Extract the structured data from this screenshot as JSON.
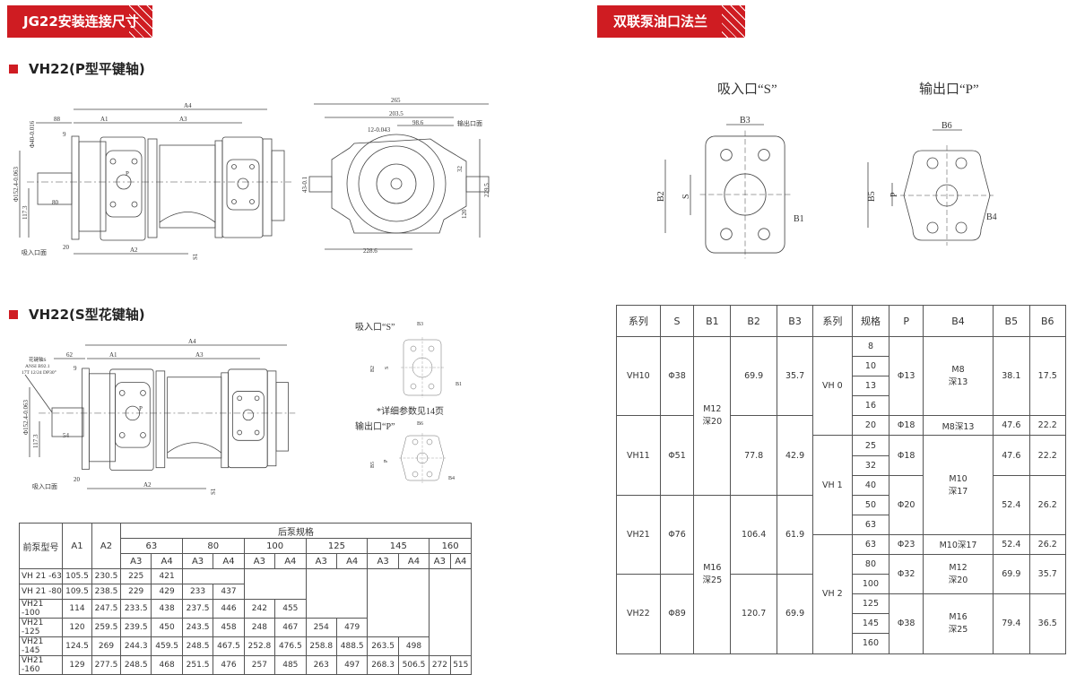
{
  "banners": {
    "left": "JG22安装连接尺寸",
    "right": "双联泵油口法兰"
  },
  "sections": {
    "p_shaft": "VH22(P型平键轴)",
    "s_shaft": "VH22(S型花键轴)"
  },
  "drawing1": {
    "A4": "A4",
    "A1": "A1",
    "A3": "A3",
    "d88": "88",
    "d9": "9",
    "shaft_dia": "Φ40-0.016",
    "pilot_dia": "Φ152.4-0.063",
    "d80": "80",
    "d117": "117.3",
    "d20": "20",
    "A2": "A2",
    "S1": "S1",
    "suction_face": "吸入口面",
    "port_P": "P"
  },
  "front_view": {
    "d265": "265",
    "d203": "203.5",
    "d98": "98.6",
    "key": "12-0.043",
    "outlet_face": "输出口面",
    "d32": "32",
    "d229": "229.5",
    "d43": "43-0.1",
    "d120": "120",
    "d228": "228.6"
  },
  "drawing2": {
    "A4": "A4",
    "d62": "62",
    "A1": "A1",
    "A3": "A3",
    "d9": "9",
    "spline1": "花键轴S",
    "spline2": "ANSI B92.1",
    "spline3": "17T 12/24 DP30°",
    "pilot_dia": "Φ152.4-0.063",
    "d117": "117.3",
    "d54": "54",
    "d20": "20",
    "A2": "A2",
    "S1": "S1",
    "suction_face": "吸入口面",
    "port_P": "P"
  },
  "flanges": {
    "suction_title": "吸入口“S”",
    "outlet_title": "输出口“P”",
    "B1": "B1",
    "B2": "B2",
    "B3": "B3",
    "S": "S",
    "B4": "B4",
    "B5": "B5",
    "B6": "B6",
    "P": "P",
    "note": "*详细参数见14页"
  },
  "dim_table": {
    "h_model": "前泵型号",
    "h_A1": "A1",
    "h_A2": "A2",
    "h_rear": "后泵规格",
    "sizes": [
      "63",
      "80",
      "100",
      "125",
      "145",
      "160"
    ],
    "sub": [
      "A3",
      "A4"
    ],
    "rows": [
      {
        "model": "VH 21 -63",
        "A1": "105.5",
        "A2": "230.5",
        "v": [
          [
            "225",
            "421"
          ]
        ]
      },
      {
        "model": "VH 21 -80",
        "A1": "109.5",
        "A2": "238.5",
        "v": [
          [
            "229",
            "429"
          ],
          [
            "233",
            "437"
          ]
        ]
      },
      {
        "model": "VH21 -100",
        "A1": "114",
        "A2": "247.5",
        "v": [
          [
            "233.5",
            "438"
          ],
          [
            "237.5",
            "446"
          ],
          [
            "242",
            "455"
          ]
        ]
      },
      {
        "model": "VH21 -125",
        "A1": "120",
        "A2": "259.5",
        "v": [
          [
            "239.5",
            "450"
          ],
          [
            "243.5",
            "458"
          ],
          [
            "248",
            "467"
          ],
          [
            "254",
            "479"
          ]
        ]
      },
      {
        "model": "VH21 -145",
        "A1": "124.5",
        "A2": "269",
        "v": [
          [
            "244.3",
            "459.5"
          ],
          [
            "248.5",
            "467.5"
          ],
          [
            "252.8",
            "476.5"
          ],
          [
            "258.8",
            "488.5"
          ],
          [
            "263.5",
            "498"
          ]
        ]
      },
      {
        "model": "VH21 -160",
        "A1": "129",
        "A2": "277.5",
        "v": [
          [
            "248.5",
            "468"
          ],
          [
            "251.5",
            "476"
          ],
          [
            "257",
            "485"
          ],
          [
            "263",
            "497"
          ],
          [
            "268.3",
            "506.5"
          ],
          [
            "272",
            "515"
          ]
        ]
      }
    ]
  },
  "flange_table": {
    "headers": [
      "系列",
      "S",
      "B1",
      "B2",
      "B3",
      "系列",
      "规格",
      "P",
      "B4",
      "B5",
      "B6"
    ],
    "left": [
      {
        "series": "VH10",
        "S": "Φ38",
        "B2": "69.9",
        "B3": "35.7"
      },
      {
        "series": "VH11",
        "S": "Φ51",
        "B2": "77.8",
        "B3": "42.9"
      },
      {
        "series": "VH21",
        "S": "Φ76",
        "B2": "106.4",
        "B3": "61.9"
      },
      {
        "series": "VH22",
        "S": "Φ89",
        "B2": "120.7",
        "B3": "69.9"
      }
    ],
    "B1": [
      "M12\n深20",
      "M16\n深25"
    ],
    "series": [
      "VH 0",
      "VH 1",
      "VH 2"
    ],
    "sizes": [
      "8",
      "10",
      "13",
      "16",
      "20",
      "25",
      "32",
      "40",
      "50",
      "63",
      "63",
      "80",
      "100",
      "125",
      "145",
      "160"
    ],
    "P": [
      "Φ13",
      "Φ18",
      "Φ18",
      "Φ20",
      "Φ23",
      "Φ32",
      "Φ38"
    ],
    "B4": [
      "M8\n深13",
      "M8深13",
      "M10\n深17",
      "M10深17",
      "M12\n深20",
      "M16\n深25"
    ],
    "B5": [
      "38.1",
      "47.6",
      "47.6",
      "52.4",
      "52.4",
      "69.9",
      "79.4"
    ],
    "B6": [
      "17.5",
      "22.2",
      "22.2",
      "26.2",
      "26.2",
      "35.7",
      "36.5"
    ]
  }
}
